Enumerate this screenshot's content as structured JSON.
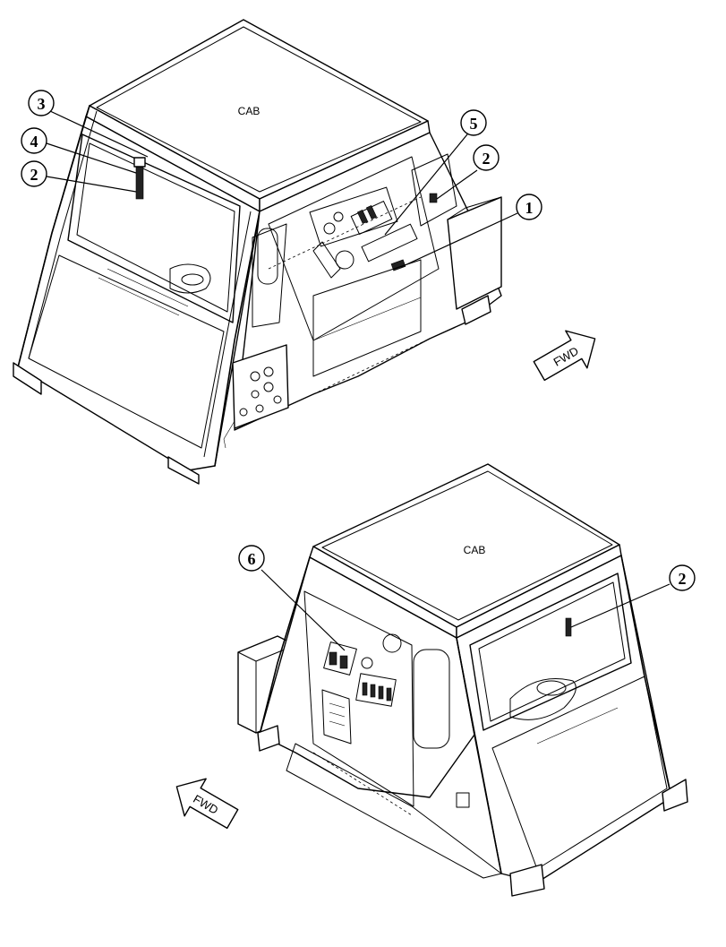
{
  "views": [
    {
      "cab_label": "CAB",
      "direction_label": "FWD",
      "callouts": [
        "3",
        "4",
        "2",
        "5",
        "2",
        "1"
      ]
    },
    {
      "cab_label": "CAB",
      "direction_label": "FWD",
      "callouts": [
        "6",
        "2"
      ]
    }
  ]
}
